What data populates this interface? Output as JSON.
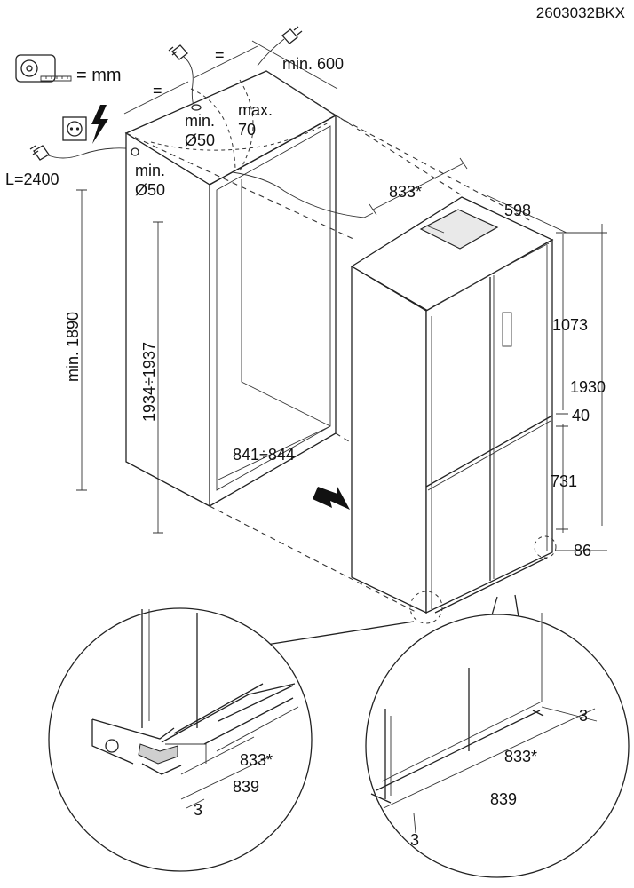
{
  "doc_code": "2603032BKX",
  "legend": {
    "unit_text": "= mm"
  },
  "dimensions": {
    "min_600": "min. 600",
    "min_phi50_top": "min.",
    "phi50_top": "Ø50",
    "max_70": "max.",
    "seventy": "70",
    "cable_length": "L=2400",
    "min_phi50_side": "min.",
    "phi50_side": "Ø50",
    "min_1890": "min. 1890",
    "niche_height": "1934÷1937",
    "niche_width": "841÷844",
    "unit_width_star": "833*",
    "depth_598": "598",
    "h_1073": "1073",
    "h_1930": "1930",
    "gap_40": "40",
    "h_731": "731",
    "h_86": "86",
    "equal_1": "=",
    "equal_2": "=",
    "detail_left_833": "833*",
    "detail_left_839": "839",
    "detail_left_3": "3",
    "detail_right_3_top": "3",
    "detail_right_833": "833*",
    "detail_right_839": "839",
    "detail_right_3_bottom": "3"
  },
  "icons": {
    "tape_measure": "tape-measure-icon",
    "plug": "power-plug-icon",
    "socket": "wall-socket-icon",
    "lightning": "lightning-icon",
    "arrow": "insert-direction-arrow-icon"
  }
}
